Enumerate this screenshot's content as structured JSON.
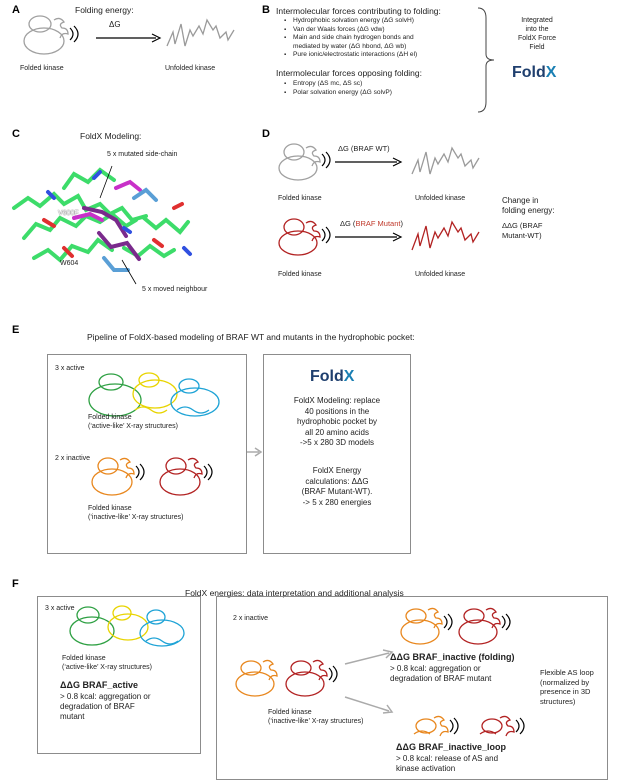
{
  "panel_a": {
    "letter": "A",
    "title": "Folding energy:",
    "arrow_label": "ΔG",
    "folded_label": "Folded kinase",
    "unfolded_label": "Unfolded kinase"
  },
  "panel_b": {
    "letter": "B",
    "contributing_heading": "Intermolecular forces contributing to folding:",
    "contributing_items": [
      "Hydrophobic solvation energy (ΔG solvH)",
      "Van der Waals forces (ΔG vdw)",
      "Main and side chain hydrogen bonds and",
      "mediated by water (ΔG hbond, ΔG wb)",
      "Pure ionic/electrostatic interactions (ΔH el)"
    ],
    "opposing_heading": "Intermolecular forces opposing folding:",
    "opposing_items": [
      "Entropy (ΔS mc, ΔS sc)",
      "Polar solvation energy (ΔG solvP)"
    ],
    "integrated_text": [
      "Integrated",
      "into the",
      "FoldX Force",
      "Field"
    ],
    "logo_main": "Fold",
    "logo_x": "X"
  },
  "panel_c": {
    "letter": "C",
    "title": "FoldX Modeling:",
    "label_mutated": "5 x mutated side-chain",
    "label_v600f": "V600F",
    "label_w604": "W604",
    "label_moved": "5 x moved neighbour"
  },
  "panel_d": {
    "letter": "D",
    "wt_arrow_label": "ΔG (BRAF WT)",
    "mut_arrow_prefix": "ΔG (",
    "mut_arrow_colored": "BRAF Mutant",
    "mut_arrow_suffix": ")",
    "folded_label": "Folded kinase",
    "unfolded_label": "Unfolded kinase",
    "change_title": [
      "Change in",
      "folding energy:"
    ],
    "change_formula": [
      "ΔΔG (BRAF",
      "Mutant-WT)"
    ]
  },
  "panel_e": {
    "letter": "E",
    "title": "Pipeline of FoldX-based modeling of BRAF WT and mutants in the hydrophobic pocket:",
    "active_count": "3 x active",
    "active_label": [
      "Folded kinase",
      "(‘active-like’ X-ray structures)"
    ],
    "inactive_count": "2 x inactive",
    "inactive_label": [
      "Folded kinase",
      "(‘inactive-like’ X-ray structures)"
    ],
    "modeling_text": [
      "FoldX Modeling: replace",
      "40 positions in the",
      "hydrophobic pocket by",
      "all 20 amino acids",
      "->5 x 280 3D models"
    ],
    "energy_text": [
      "FoldX Energy",
      "calculations: ΔΔG",
      "(BRAF Mutant-WT).",
      "-> 5 x 280 energies"
    ]
  },
  "panel_f": {
    "letter": "F",
    "title": "FoldX energies: data interpretation and additional analysis",
    "active_count": "3 x active",
    "active_label": [
      "Folded kinase",
      "(‘active-like’ X-ray structures)"
    ],
    "active_result_title": "ΔΔG BRAF_active",
    "active_result_text": [
      "> 0.8 kcal: aggregation or",
      "degradation of BRAF",
      "mutant"
    ],
    "inactive_count": "2 x inactive",
    "inactive_label": [
      "Folded kinase",
      "(‘inactive-like’ X-ray structures)"
    ],
    "folding_title": "ΔΔG BRAF_inactive (folding)",
    "folding_text": [
      "> 0.8 kcal: aggregation or",
      "degradation of BRAF mutant"
    ],
    "loop_title": "ΔΔG BRAF_inactive_loop",
    "loop_text": [
      "> 0.8 kcal: release of AS and",
      "kinase activation"
    ],
    "flexible_text": [
      "Flexible AS loop",
      "(normalized by",
      "presence in 3D",
      "structures)"
    ]
  },
  "colors": {
    "green": "#2ea043",
    "yellow": "#e8d400",
    "cyan": "#1ea3d6",
    "orange": "#e8871e",
    "darkred": "#b22222",
    "gray": "#9a9a9a",
    "box_border": "#8c8c8c"
  }
}
